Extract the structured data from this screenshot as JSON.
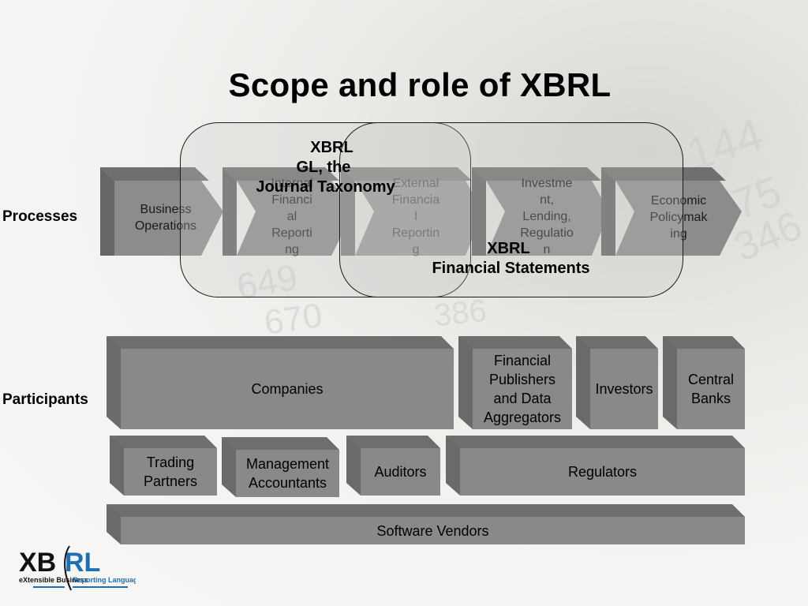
{
  "title": "Scope and role of XBRL",
  "row_labels": {
    "processes": "Processes",
    "participants": "Participants"
  },
  "processes": [
    "Business Operations",
    "Internal Financial Reporting",
    "External Financial Reporting",
    "Investment, Lending, Regulation",
    "Economic Policymaking"
  ],
  "process_lines": [
    [
      "Business",
      "Operations"
    ],
    [
      "Internal",
      "Financi",
      "al",
      "Reporti",
      "ng"
    ],
    [
      "External",
      "Financia",
      "l",
      "Reportin",
      "g"
    ],
    [
      "Investme",
      "nt,",
      "Lending,",
      "Regulatio",
      "n"
    ],
    [
      "Economic",
      "Policymak",
      "ing"
    ]
  ],
  "scopes": {
    "gl": {
      "line1": "XBRL",
      "line2": "GL, the",
      "line3": "Journal Taxonomy"
    },
    "fs": {
      "line1": "XBRL",
      "line2": "Financial Statements"
    }
  },
  "participants": {
    "companies": "Companies",
    "publishers": [
      "Financial",
      "Publishers",
      "and Data",
      "Aggregators"
    ],
    "investors": "Investors",
    "central_banks": [
      "Central",
      "Banks"
    ],
    "trading_partners": [
      "Trading",
      "Partners"
    ],
    "management_accountants": [
      "Management",
      "Accountants"
    ],
    "auditors": "Auditors",
    "regulators": "Regulators",
    "software_vendors": "Software Vendors"
  },
  "logo": {
    "mark": "XBRL",
    "tagline_a": "eXtensible Business ",
    "tagline_b": "Reporting Language"
  },
  "colors": {
    "chevron_face": "#8c8c8c",
    "chevron_top": "#6f6f6f",
    "box_face": "#898989",
    "logo_blue": "#1f6fb5"
  }
}
